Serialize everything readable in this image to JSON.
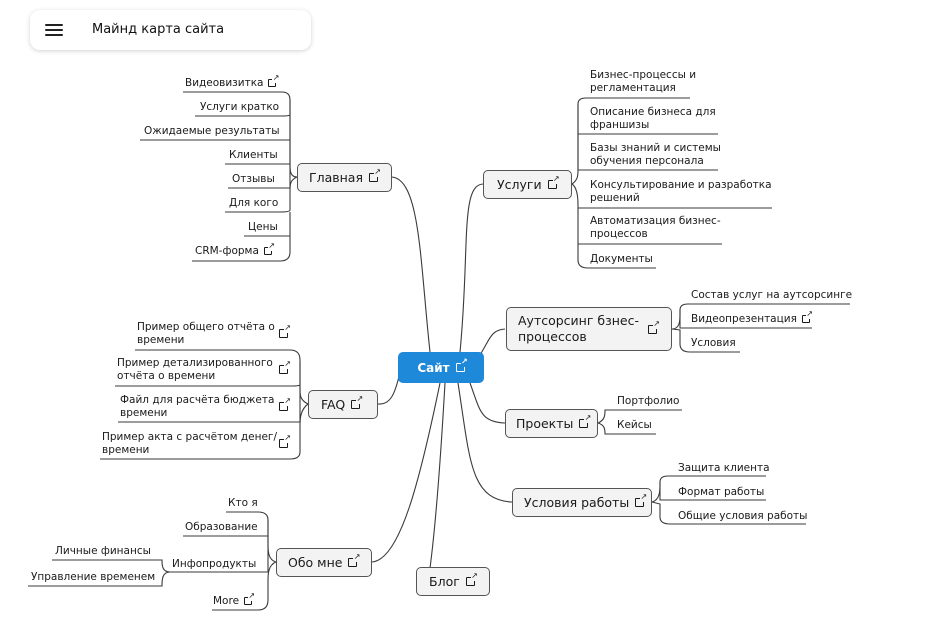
{
  "header": {
    "title": "Майнд карта сайта",
    "menu_icon": "hamburger-menu-icon"
  },
  "root": {
    "label": "Сайт"
  },
  "main": {
    "label": "Главная",
    "items": [
      "Видеовизитка",
      "Услуги кратко",
      "Ожидаемые результаты",
      "Клиенты",
      "Отзывы",
      "Для кого",
      "Цены",
      "CRM-форма"
    ]
  },
  "services": {
    "label": "Услуги",
    "items": [
      {
        "l1": "Бизнес-процессы и",
        "l2": "регламентация"
      },
      {
        "l1": "Описание бизнеса для",
        "l2": "франшизы"
      },
      {
        "l1": "Базы знаний и системы",
        "l2": "обучения персонала"
      },
      {
        "l1": "Консультирование и разработка",
        "l2": "решений"
      },
      {
        "l1": "Автоматизация бизнес-",
        "l2": "процессов"
      },
      {
        "l1": "Документы",
        "l2": ""
      }
    ]
  },
  "outsourcing": {
    "line1": "Аутсорсинг бзнес-",
    "line2": "процессов",
    "items": [
      "Состав услуг на аутсорсинге",
      "Видеопрезентация",
      "Условия"
    ]
  },
  "faq": {
    "label": "FAQ",
    "items": [
      {
        "l1": "Пример общего отчёта о",
        "l2": "времени"
      },
      {
        "l1": "Пример детализированного",
        "l2": "отчёта о времени"
      },
      {
        "l1": "Файл для расчёта бюджета",
        "l2": "времени"
      },
      {
        "l1": "Пример акта с расчётом денег/",
        "l2": "времени"
      }
    ]
  },
  "projects": {
    "label": "Проекты",
    "items": [
      "Портфолио",
      "Кейсы"
    ]
  },
  "terms": {
    "label": "Условия работы",
    "items": [
      "Защита клиента",
      "Формат работы",
      "Общие условия работы"
    ]
  },
  "about": {
    "label": "Обо мне",
    "items": [
      "Кто я",
      "Образование",
      "Инфопродукты",
      "More"
    ],
    "infoproducts": [
      "Личные финансы",
      "Управление временем"
    ]
  },
  "blog": {
    "label": "Блог"
  },
  "colors": {
    "root": "#1e88d9",
    "node_bg": "#f3f3f3",
    "line": "#555555"
  }
}
